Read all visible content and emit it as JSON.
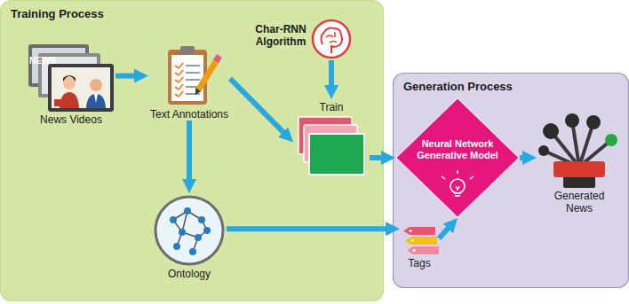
{
  "diagram": {
    "nodes": [
      {
        "text": [
          "Training Process"
        ]
      },
      {
        "text": [
          "News Videos"
        ],
        "in": 0
      },
      {
        "text": [
          "Text Annotations"
        ],
        "in": 0
      },
      {
        "text": [
          "Char-RNN Algorithm"
        ],
        "in": 0
      },
      {
        "text": [
          "Train"
        ],
        "in": 0
      },
      {
        "text": [
          "Ontology"
        ],
        "in": 0
      },
      {
        "text": [
          "Generation Process"
        ]
      },
      {
        "text": [
          "Neural Network Generative Model"
        ],
        "in": 6
      },
      {
        "text": [
          "Generated News"
        ],
        "in": 6
      },
      {
        "text": [
          "Tags"
        ],
        "in": 6
      }
    ],
    "edges": [
      {
        "from": 1,
        "to": 2,
        "arrow": "to"
      },
      {
        "from": 2,
        "to": 4,
        "arrow": "to"
      },
      {
        "from": 3,
        "to": 4,
        "arrow": "to"
      },
      {
        "from": 2,
        "to": 5,
        "arrow": "to"
      },
      {
        "from": 5,
        "to": 9,
        "arrow": "to"
      },
      {
        "from": 4,
        "to": 7,
        "arrow": "to"
      },
      {
        "from": 9,
        "to": 7,
        "arrow": "to"
      },
      {
        "from": 7,
        "to": 8,
        "arrow": "to"
      }
    ],
    "labels": [
      "NEWS"
    ]
  }
}
